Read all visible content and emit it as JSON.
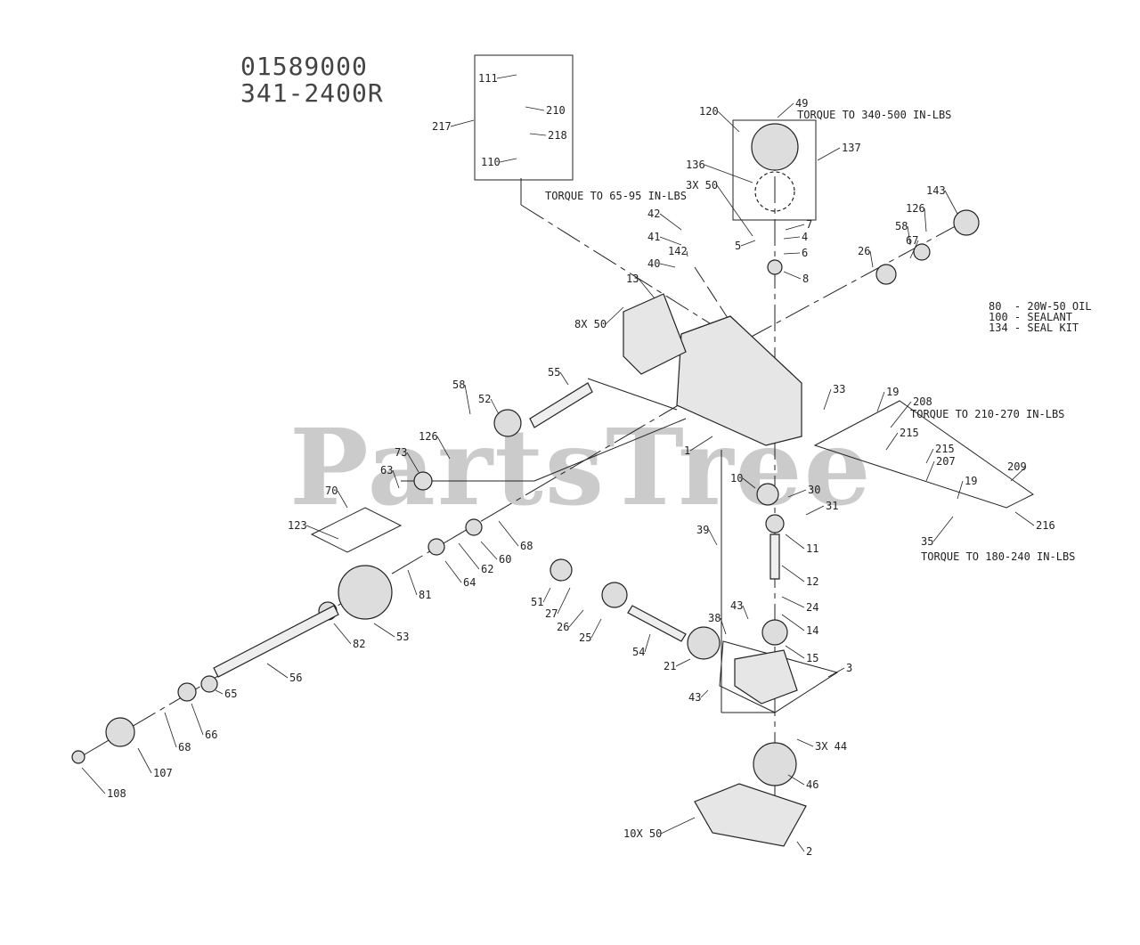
{
  "model": {
    "number": "01589000",
    "part": "341-2400R"
  },
  "torque_notes": {
    "flywheel": "TORQUE TO 340-500 IN-LBS",
    "kit": "TORQUE TO 65-95 IN-LBS",
    "valve": "TORQUE TO 210-270 IN-LBS",
    "bypass": "TORQUE TO 180-240 IN-LBS"
  },
  "legend": [
    "80  - 20W-50 OIL",
    "100 - SEALANT",
    "134 - SEAL KIT"
  ],
  "watermark": "PartsTree",
  "part_labels": [
    "1",
    "2",
    "3",
    "4",
    "5",
    "6",
    "7",
    "8",
    "10",
    "11",
    "12",
    "13",
    "14",
    "15",
    "19",
    "19",
    "21",
    "24",
    "25",
    "26",
    "26",
    "27",
    "30",
    "31",
    "33",
    "35",
    "38",
    "39",
    "40",
    "41",
    "42",
    "43",
    "43",
    "46",
    "49",
    "51",
    "52",
    "53",
    "54",
    "55",
    "56",
    "58",
    "58",
    "60",
    "62",
    "63",
    "64",
    "65",
    "66",
    "67",
    "68",
    "68",
    "70",
    "73",
    "81",
    "82",
    "107",
    "108",
    "110",
    "111",
    "120",
    "123",
    "126",
    "126",
    "136",
    "137",
    "142",
    "143",
    "207",
    "208",
    "209",
    "210",
    "215",
    "215",
    "216",
    "217",
    "218",
    "3X 50",
    "8X 50",
    "3X 44",
    "10X 50"
  ],
  "colors": {
    "ink": "#222222",
    "part_fill": "#dddddd",
    "watermark": "#a0a0a0"
  }
}
